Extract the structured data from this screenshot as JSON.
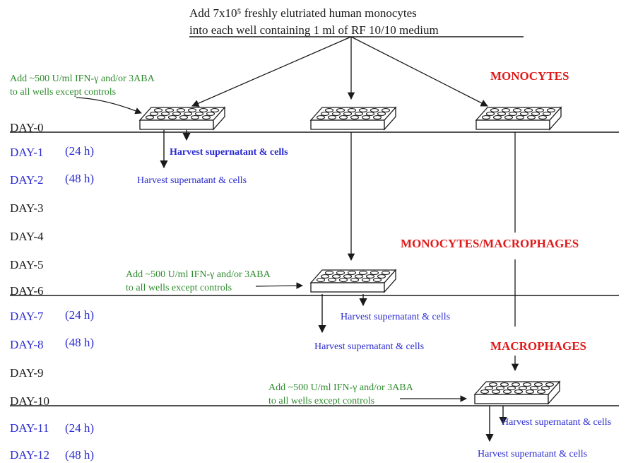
{
  "header": {
    "line1": "Add 7x10⁵ freshly elutriated human monocytes",
    "line2": "into each well containing 1 ml of RF 10/10 medium"
  },
  "days": [
    {
      "label": "DAY-0",
      "time": ""
    },
    {
      "label": "DAY-1",
      "time": "(24 h)"
    },
    {
      "label": "DAY-2",
      "time": "(48 h)"
    },
    {
      "label": "DAY-3",
      "time": ""
    },
    {
      "label": "DAY-4",
      "time": ""
    },
    {
      "label": "DAY-5",
      "time": ""
    },
    {
      "label": "DAY-6",
      "time": ""
    },
    {
      "label": "DAY-7",
      "time": "(24 h)"
    },
    {
      "label": "DAY-8",
      "time": "(48 h)"
    },
    {
      "label": "DAY-9",
      "time": ""
    },
    {
      "label": "DAY-10",
      "time": ""
    },
    {
      "label": "DAY-11",
      "time": "(24 h)"
    },
    {
      "label": "DAY-12",
      "time": "(48 h)"
    }
  ],
  "stages": {
    "monocytes": "MONOCYTES",
    "monocytes_macrophages": "MONOCYTES/MACROPHAGES",
    "macrophages": "MACROPHAGES"
  },
  "treatment": {
    "day0_line1": "Add ~500 U/ml IFN-γ and/or 3ABA",
    "day0_line2": "to all wells except controls",
    "day6_line1": "Add ~500 U/ml IFN-γ and/or 3ABA",
    "day6_line2": "to all wells except controls",
    "day10_line1": "Add ~500 U/ml IFN-γ and/or 3ABA",
    "day10_line2": "to all wells except controls"
  },
  "harvest": {
    "h1": "Harvest supernatant & cells",
    "h2": "Harvest supernatant & cells",
    "h3": "Harvest supernatant & cells",
    "h4": "Harvest supernatant & cells",
    "h5": "Harvest supernatant & cells",
    "h6": "Harvest supernatant & cells"
  },
  "colors": {
    "day_label_black": "#1a1a1a",
    "day_label_blue": "#2a2ad0",
    "stage_red": "#e01a1a",
    "treatment_green": "#2e8b2e",
    "harvest_blue": "#2a2ad0"
  }
}
